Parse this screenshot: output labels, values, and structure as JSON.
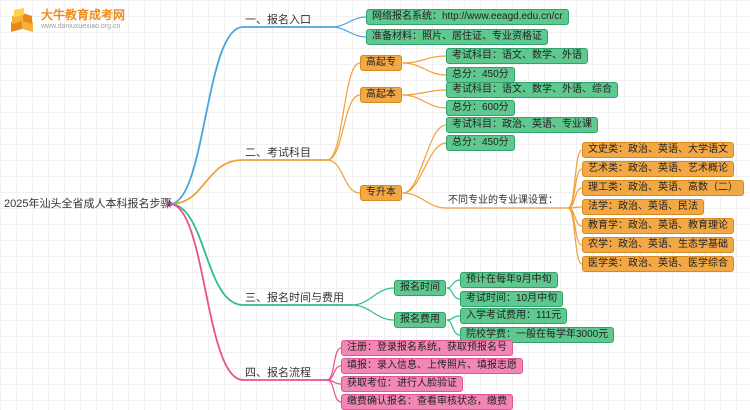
{
  "logo": {
    "title": "大牛教育成考网",
    "url": "www.daniuxuexiao.org.cn"
  },
  "root": {
    "label": "2025年汕头全省成人本科报名步骤"
  },
  "branch1": {
    "label": "一、报名入口",
    "items": [
      "网络报名系统：http://www.eeagd.edu.cn/cr",
      "准备材料：照片、居住证、专业资格证"
    ]
  },
  "branch2": {
    "label": "二、考试科目",
    "gaoqizhuan": {
      "label": "高起专",
      "subjects": "考试科目：语文、数学、外语",
      "total": "总分：450分"
    },
    "gaoqiben": {
      "label": "高起本",
      "subjects": "考试科目：语文、数学、外语、综合",
      "total": "总分：600分"
    },
    "zhuanshengben": {
      "label": "专升本",
      "subjects": "考试科目：政治、英语、专业课",
      "total": "总分：450分",
      "majors_label": "不同专业的专业课设置：",
      "majors": [
        "文史类：政治、英语、大学语文",
        "艺术类：政治、英语、艺术概论",
        "理工类：政治、英语、高数（二）",
        "法学：政治、英语、民法",
        "教育学：政治、英语、教育理论",
        "农学：政治、英语、生态学基础",
        "医学类：政治、英语、医学综合"
      ]
    }
  },
  "branch3": {
    "label": "三、报名时间与费用",
    "time": {
      "label": "报名时间",
      "items": [
        "预计在每年9月中旬",
        "考试时间：10月中旬"
      ]
    },
    "fee": {
      "label": "报名费用",
      "items": [
        "入学考试费用：111元",
        "院校学费：一般在每学年3000元"
      ]
    }
  },
  "branch4": {
    "label": "四、报名流程",
    "items": [
      "注册：登录报名系统，获取预报名号",
      "填报：录入信息、上传照片、填报志愿",
      "获取考位：进行人脸验证",
      "缴费确认报名：查看审核状态，缴费"
    ]
  },
  "colors": {
    "blue": "#4BA3DB",
    "orange": "#F0A136",
    "green": "#2FBE8A",
    "pink": "#E9508E"
  }
}
